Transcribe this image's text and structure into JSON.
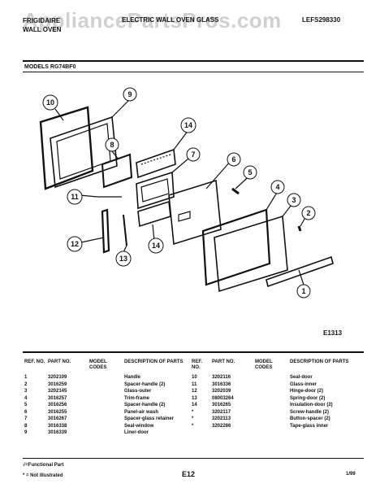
{
  "watermark": "AppliancePartsPros.com",
  "header": {
    "left_line1": "FRIGIDAIRE",
    "left_line2": "WALL OVEN",
    "middle": "ELECTRIC WALL OVEN GLASS",
    "right": "LEFS298330"
  },
  "models_label": "MODELS RG74BF0",
  "figure_code": "E1313",
  "callouts": [
    "1",
    "2",
    "3",
    "4",
    "5",
    "6",
    "7",
    "8",
    "9",
    "10",
    "11",
    "12",
    "13",
    "14",
    "14"
  ],
  "table": {
    "headers": {
      "ref_no": "REF. NO.",
      "part_no": "PART NO.",
      "model_codes": "MODEL CODES",
      "description": "DESCRIPTION OF PARTS"
    },
    "left_rows": [
      {
        "ref": "1",
        "part": "3202109",
        "desc": "Handle"
      },
      {
        "ref": "2",
        "part": "3016259",
        "desc": "Spacer-handle (2)"
      },
      {
        "ref": "3",
        "part": "3202145",
        "desc": "Glass-outer"
      },
      {
        "ref": "4",
        "part": "3016257",
        "desc": "Trim-frame"
      },
      {
        "ref": "5",
        "part": "3016256",
        "desc": "Spacer-handle (2)"
      },
      {
        "ref": "6",
        "part": "3016255",
        "desc": "Panel-air wash"
      },
      {
        "ref": "7",
        "part": "3016267",
        "desc": "Spacer-glass retainer"
      },
      {
        "ref": "8",
        "part": "3016338",
        "desc": "Seal-window"
      },
      {
        "ref": "9",
        "part": "3016339",
        "desc": "Liner-door"
      }
    ],
    "right_rows": [
      {
        "ref": "10",
        "part": "3202116",
        "desc": "Seal-door"
      },
      {
        "ref": "11",
        "part": "3016336",
        "desc": "Glass-inner"
      },
      {
        "ref": "12",
        "part": "3202039",
        "desc": "Hinge-door (2)"
      },
      {
        "ref": "13",
        "part": "08003264",
        "desc": "Spring-door (2)"
      },
      {
        "ref": "14",
        "part": "3016265",
        "desc": "Insulation-door (2)"
      },
      {
        "ref": "*",
        "part": "3202117",
        "desc": "Screw-handle (2)"
      },
      {
        "ref": "*",
        "part": "3202113",
        "desc": "Button-spacer (2)"
      },
      {
        "ref": "*",
        "part": "3202286",
        "desc": "Tape-glass inner"
      }
    ]
  },
  "footer": {
    "functional_note": "√=Functional Part",
    "not_illustrated_note": "* = Not Illustrated",
    "page": "E12",
    "date": "1/99"
  }
}
